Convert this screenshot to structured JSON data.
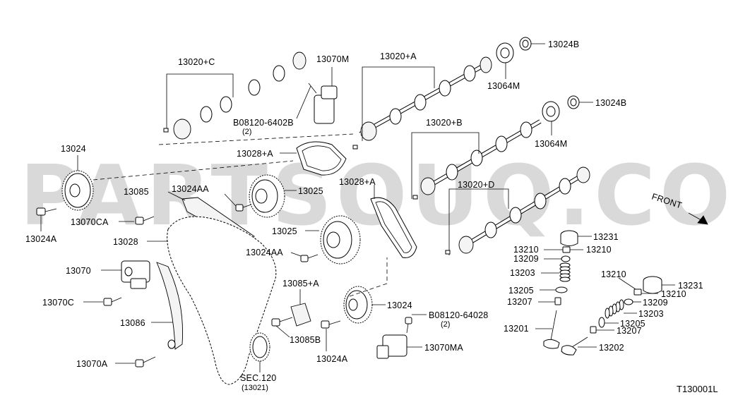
{
  "diagram": {
    "watermark": "PARTSOUQ.COM",
    "reference": "T130001L",
    "front_label": "FRONT",
    "labels": {
      "camshaft_c": "13020+C",
      "camshaft_a": "13020+A",
      "camshaft_b": "13020+B",
      "camshaft_d": "13020+D",
      "tensioner_m": "13070M",
      "plug_top": "13024B",
      "plug_mid": "13024B",
      "seal_top": "13064M",
      "seal_mid": "13064M",
      "bolt_top": "B08120-6402B",
      "bolt_top_qty": "(2)",
      "guide_a_top": "13028+A",
      "guide_a_mid": "13028+A",
      "sprocket_left": "13024",
      "sprocket_aa_top": "13024AA",
      "sprocket_25_top": "13025",
      "sprocket_25_mid": "13025",
      "guide_85": "13085",
      "bolt_ca": "13070CA",
      "bolt_a_left": "13024A",
      "chain_28": "13028",
      "sprocket_aa_mid": "13024AA",
      "tensioner_70": "13070",
      "bolt_c": "13070C",
      "guide_86": "13086",
      "bolt_a_bottom": "13070A",
      "guide_85a": "13085+A",
      "guide_85b": "13085B",
      "sprocket_bottom": "13024",
      "bolt_a_bottom2": "13024A",
      "sec_ref": "SEC.120",
      "sec_ref_sub": "(13021)",
      "bolt_mid": "B08120-64028",
      "bolt_mid_qty": "(2)",
      "tensioner_ma": "13070MA",
      "lifter_1": "13231",
      "shim_1a": "13210",
      "shim_1b": "13210",
      "collet_1": "13209",
      "spring_1": "13203",
      "seat_1": "13205",
      "seal_1": "13207",
      "valve_in": "13201",
      "shim_2a": "13210",
      "lifter_2": "13231",
      "shim_2b": "13210",
      "collet_2": "13209",
      "spring_2": "13203",
      "seat_2": "13205",
      "seal_2": "13207",
      "valve_ex": "13202"
    }
  }
}
